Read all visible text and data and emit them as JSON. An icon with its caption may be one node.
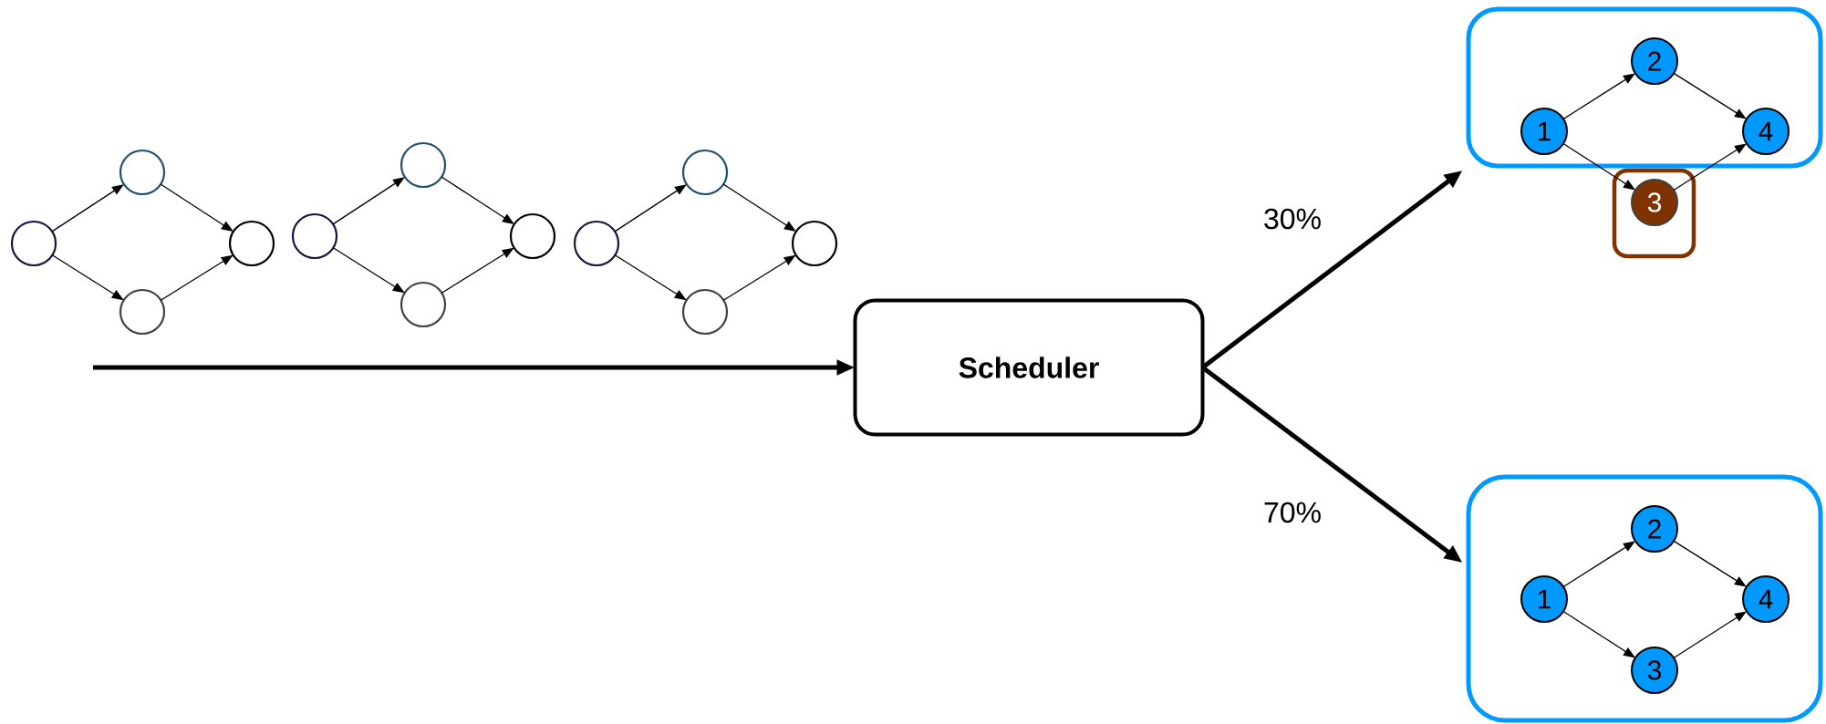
{
  "diagram": {
    "nodes": [
      {
        "text": [],
        "shape": "circle"
      },
      {
        "text": [],
        "shape": "circle"
      },
      {
        "text": [],
        "shape": "circle"
      },
      {
        "text": [],
        "shape": "circle"
      },
      {
        "text": [],
        "shape": "circle"
      },
      {
        "text": [],
        "shape": "circle"
      },
      {
        "text": [],
        "shape": "circle"
      },
      {
        "text": [],
        "shape": "circle"
      },
      {
        "text": [],
        "shape": "circle"
      },
      {
        "text": [],
        "shape": "circle"
      },
      {
        "text": [],
        "shape": "circle"
      },
      {
        "text": [],
        "shape": "circle"
      },
      {
        "text": [
          "Scheduler"
        ]
      },
      {
        "text": [],
        "shape": "box"
      },
      {
        "text": [
          "1"
        ],
        "in": 13
      },
      {
        "text": [
          "2"
        ],
        "in": 13
      },
      {
        "text": [
          "4"
        ],
        "in": 13
      },
      {
        "text": [],
        "shape": "box"
      },
      {
        "text": [
          "3"
        ],
        "in": 17
      },
      {
        "text": [],
        "shape": "box"
      },
      {
        "text": [
          "1"
        ],
        "in": 19
      },
      {
        "text": [
          "2"
        ],
        "in": 19
      },
      {
        "text": [
          "3"
        ],
        "in": 19
      },
      {
        "text": [
          "4"
        ],
        "in": 19
      }
    ],
    "edges": [
      {
        "from": 0,
        "to": 1,
        "arrow": "to"
      },
      {
        "from": 0,
        "to": 2,
        "arrow": "to"
      },
      {
        "from": 1,
        "to": 3,
        "arrow": "to"
      },
      {
        "from": 2,
        "to": 3,
        "arrow": "to"
      },
      {
        "from": 4,
        "to": 5,
        "arrow": "to"
      },
      {
        "from": 4,
        "to": 6,
        "arrow": "to"
      },
      {
        "from": 5,
        "to": 7,
        "arrow": "to"
      },
      {
        "from": 6,
        "to": 7,
        "arrow": "to"
      },
      {
        "from": 8,
        "to": 9,
        "arrow": "to"
      },
      {
        "from": 8,
        "to": 10,
        "arrow": "to"
      },
      {
        "from": 9,
        "to": 11,
        "arrow": "to"
      },
      {
        "from": 10,
        "to": 11,
        "arrow": "to"
      },
      {
        "from": null,
        "to": 12,
        "arrow": "to",
        "style": "thick"
      },
      {
        "from": 12,
        "to": 13,
        "arrow": "to",
        "style": "thick",
        "label": "30%"
      },
      {
        "from": 12,
        "to": 19,
        "arrow": "to",
        "style": "thick",
        "label": "70%"
      },
      {
        "from": 14,
        "to": 15,
        "arrow": "to"
      },
      {
        "from": 14,
        "to": 18,
        "arrow": "to"
      },
      {
        "from": 15,
        "to": 16,
        "arrow": "to"
      },
      {
        "from": 18,
        "to": 16,
        "arrow": "to"
      },
      {
        "from": 20,
        "to": 21,
        "arrow": "to"
      },
      {
        "from": 20,
        "to": 22,
        "arrow": "to"
      },
      {
        "from": 21,
        "to": 23,
        "arrow": "to"
      },
      {
        "from": 22,
        "to": 23,
        "arrow": "to"
      }
    ]
  }
}
